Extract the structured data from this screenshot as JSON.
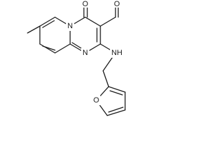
{
  "molecule": {
    "atoms": [
      {
        "label": "N"
      },
      {
        "label": "N"
      },
      {
        "label": "O"
      },
      {
        "label": "O"
      },
      {
        "label": "NH"
      },
      {
        "label": "O"
      }
    ]
  },
  "colors": {
    "bond": "#1a1a1a",
    "text": "#1a1a1a",
    "background": "#ffffff"
  }
}
